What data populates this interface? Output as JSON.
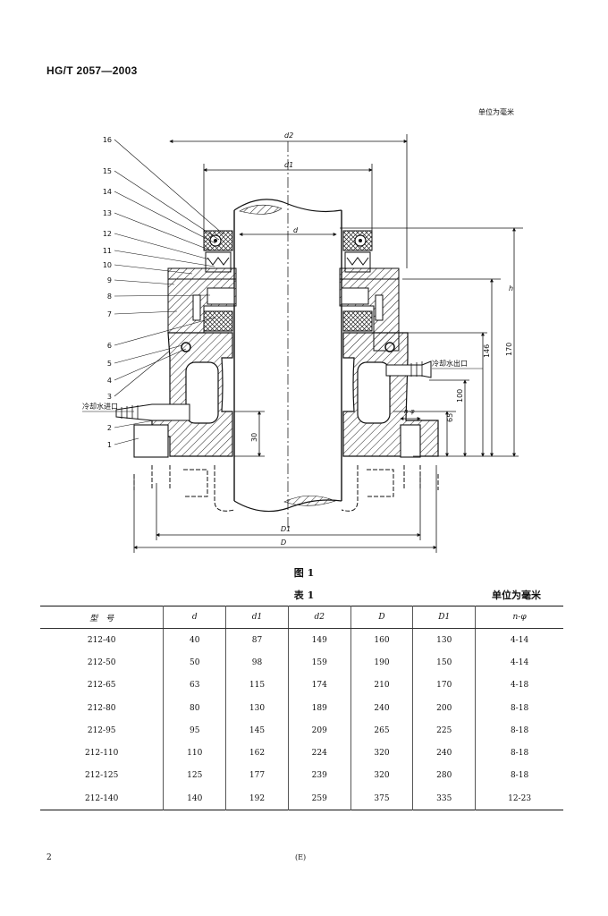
{
  "header": {
    "standard_code": "HG/T 2057—2003",
    "unit_note": "单位为毫米"
  },
  "figure": {
    "caption": "图 1",
    "dimension_labels": {
      "d2": "d2",
      "d1": "d1",
      "d": "d",
      "D1": "D1",
      "D": "D",
      "h": "h",
      "dim_146": "146",
      "dim_170": "170",
      "dim_100": "100",
      "dim_65": "65",
      "dim_30": "30",
      "n_phi": "n-φ"
    },
    "callouts": [
      "16",
      "15",
      "14",
      "13",
      "12",
      "11",
      "10",
      "9",
      "8",
      "7",
      "6",
      "5",
      "4",
      "3",
      "2",
      "1"
    ],
    "inlet_label": "冷却水进口",
    "outlet_label": "冷却水出口"
  },
  "table": {
    "caption": "表 1",
    "unit_note": "单位为毫米",
    "headers": [
      "型　号",
      "d",
      "d1",
      "d2",
      "D",
      "D1",
      "n-φ"
    ],
    "rows": [
      [
        "212-40",
        "40",
        "87",
        "149",
        "160",
        "130",
        "4-14"
      ],
      [
        "212-50",
        "50",
        "98",
        "159",
        "190",
        "150",
        "4-14"
      ],
      [
        "212-65",
        "63",
        "115",
        "174",
        "210",
        "170",
        "4-18"
      ],
      [
        "212-80",
        "80",
        "130",
        "189",
        "240",
        "200",
        "8-18"
      ],
      [
        "212-95",
        "95",
        "145",
        "209",
        "265",
        "225",
        "8-18"
      ],
      [
        "212-110",
        "110",
        "162",
        "224",
        "320",
        "240",
        "8-18"
      ],
      [
        "212-125",
        "125",
        "177",
        "239",
        "320",
        "280",
        "8-18"
      ],
      [
        "212-140",
        "140",
        "192",
        "259",
        "375",
        "335",
        "12-23"
      ]
    ]
  },
  "footer": {
    "page_number": "2",
    "center_mark": "(E)"
  }
}
